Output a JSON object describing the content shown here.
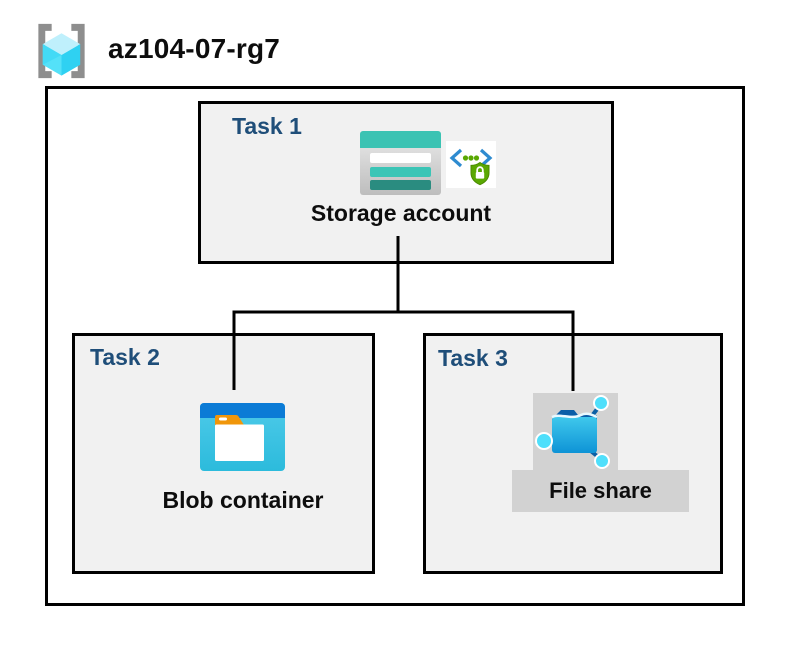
{
  "header": {
    "title": "az104-07-rg7"
  },
  "icons": {
    "resource_group": "resource-group-icon",
    "storage_account": "storage-account-icon",
    "secure_endpoint": "secure-endpoint-icon",
    "blob_container": "blob-container-icon",
    "file_share": "file-share-icon"
  },
  "tasks": [
    {
      "label": "Task 1",
      "item": "Storage account"
    },
    {
      "label": "Task 2",
      "item": "Blob container"
    },
    {
      "label": "Task 3",
      "item": "File share",
      "highlighted": true
    }
  ],
  "colors": {
    "task_label": "#1F4E79",
    "box_fill": "#F1F1F1",
    "box_border": "#000000",
    "connector": "#000000",
    "highlight_plate": "#D2D2D2",
    "storage_teal": "#3BC3B3",
    "storage_teal_dark": "#2A8C80",
    "blob_blue": "#0B7BD6",
    "blob_tab_orange": "#F0960A",
    "file_fold_navy": "#0A5EA8",
    "file_dot_cyan": "#4FDFFB",
    "file_arm_blue": "#0C5FA4",
    "endpoint_green": "#5AA802",
    "endpoint_bracket_blue": "#2E8BD0",
    "rg_bracket_gray": "#8E8E8E"
  }
}
